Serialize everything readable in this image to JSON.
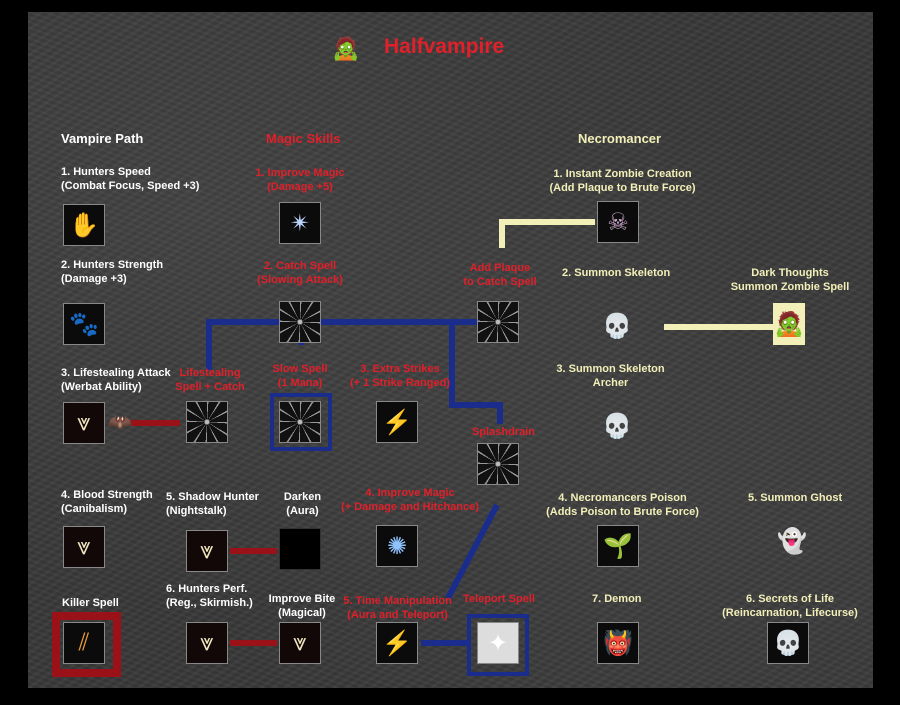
{
  "title": "Halfvampire",
  "icons": {
    "hero": "🧟",
    "hunters_speed": "✋",
    "improve_magic": "✴",
    "zombie": "☠",
    "hunters_strength": "🐾",
    "web": "✳",
    "skeleton": "💀",
    "zombie_sprite": "🧟",
    "fangs": "⩔",
    "bat": "🦇",
    "extra_strikes": "⚡",
    "skeleton_archer": "💀",
    "darken": "",
    "improve_magic2": "✺",
    "plant": "🌱",
    "ghost": "👻",
    "claw": "⫽",
    "time": "⚡",
    "teleport": "✦",
    "demon": "👹",
    "skulls": "💀"
  },
  "headers": {
    "vampire": "Vampire Path",
    "magic": "Magic Skills",
    "necro": "Necromancer"
  },
  "vampire": {
    "s1": [
      "1. Hunters Speed",
      "(Combat Focus, Speed +3)"
    ],
    "s2": [
      "2. Hunters Strength",
      "(Damage +3)"
    ],
    "s3": [
      "3. Lifestealing Attack",
      "(Werbat Ability)"
    ],
    "s4": [
      "4. Blood Strength",
      "(Canibalism)"
    ],
    "killer": "Killer Spell",
    "s5": [
      "5. Shadow Hunter",
      "(Nightstalk)"
    ],
    "s6": [
      "6. Hunters Perf.",
      "(Reg., Skirmish.)"
    ]
  },
  "magic": {
    "m1": [
      "1. Improve Magic",
      "(Damage +5)"
    ],
    "m2": [
      "2. Catch Spell",
      "(Slowing Attack)"
    ],
    "plaque": [
      "Add Plaque",
      "to Catch Spell"
    ],
    "lifespell": [
      "Lifestealing",
      "Spell + Catch"
    ],
    "slow": [
      "Slow Spell",
      "(1 Mana)"
    ],
    "m3": [
      "3. Extra Strikes",
      "(+ 1 Strike Ranged)"
    ],
    "splash": "Splashdrain",
    "darken": [
      "Darken",
      "(Aura)"
    ],
    "m4": [
      "4. Improve Magic",
      "(+ Damage and Hitchance)"
    ],
    "bite": [
      "Improve Bite",
      "(Magical)"
    ],
    "m5": [
      "5. Time Manipulation",
      "(Aura and Teleport)"
    ],
    "teleport": "Teleport Spell"
  },
  "necro": {
    "n1": [
      "1. Instant Zombie Creation",
      "(Add Plaque to Brute Force)"
    ],
    "n2": "2. Summon Skeleton",
    "dark": [
      "Dark Thoughts",
      "Summon Zombie Spell"
    ],
    "n3": [
      "3. Summon Skeleton",
      "Archer"
    ],
    "n4": [
      "4. Necromancers Poison",
      "(Adds Poison to Brute Force)"
    ],
    "n5": "5. Summon Ghost",
    "n7": "7. Demon",
    "n6": [
      "6. Secrets of Life",
      "(Reincarnation, Lifecurse)"
    ]
  },
  "colors": {
    "blue": "#1a2d8c",
    "red": "#9a1218",
    "yellow": "#f2efb8"
  }
}
